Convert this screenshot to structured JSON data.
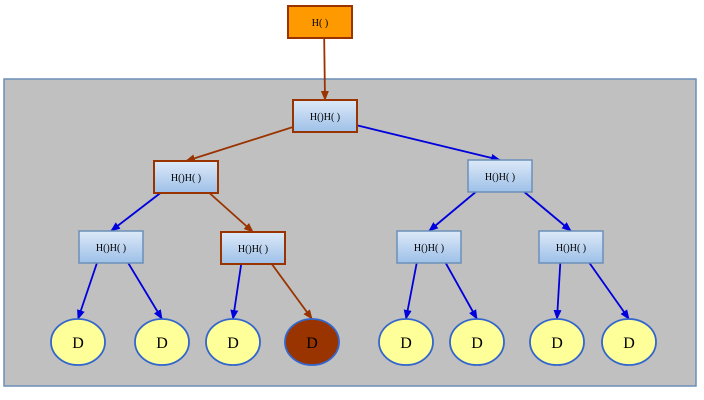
{
  "nodes": {
    "root": {
      "label": "H( )",
      "style": "root"
    },
    "n1": {
      "label": "H()H( )",
      "style": "path"
    },
    "n2": {
      "label": "H()H( )",
      "style": "path"
    },
    "n3": {
      "label": "H()H( )",
      "style": "normal"
    },
    "n4": {
      "label": "H()H( )",
      "style": "normal"
    },
    "n5": {
      "label": "H()H( )",
      "style": "path"
    },
    "n6": {
      "label": "H()H( )",
      "style": "normal"
    },
    "n7": {
      "label": "H()H( )",
      "style": "normal"
    },
    "l1": {
      "label": "D",
      "style": "leaf"
    },
    "l2": {
      "label": "D",
      "style": "leaf"
    },
    "l3": {
      "label": "D",
      "style": "leaf"
    },
    "l4": {
      "label": "D",
      "style": "leaf-path"
    },
    "l5": {
      "label": "D",
      "style": "leaf"
    },
    "l6": {
      "label": "D",
      "style": "leaf"
    },
    "l7": {
      "label": "D",
      "style": "leaf"
    },
    "l8": {
      "label": "D",
      "style": "leaf"
    }
  },
  "edges": [
    {
      "from": "root",
      "to": "n1",
      "style": "path"
    },
    {
      "from": "n1",
      "to": "n2",
      "style": "path"
    },
    {
      "from": "n1",
      "to": "n3",
      "style": "normal"
    },
    {
      "from": "n2",
      "to": "n4",
      "style": "normal"
    },
    {
      "from": "n2",
      "to": "n5",
      "style": "path"
    },
    {
      "from": "n3",
      "to": "n6",
      "style": "normal"
    },
    {
      "from": "n3",
      "to": "n7",
      "style": "normal"
    },
    {
      "from": "n4",
      "to": "l1",
      "style": "normal"
    },
    {
      "from": "n4",
      "to": "l2",
      "style": "normal"
    },
    {
      "from": "n5",
      "to": "l3",
      "style": "normal"
    },
    {
      "from": "n5",
      "to": "l4",
      "style": "path"
    },
    {
      "from": "n6",
      "to": "l5",
      "style": "normal"
    },
    {
      "from": "n6",
      "to": "l6",
      "style": "normal"
    },
    {
      "from": "n7",
      "to": "l7",
      "style": "normal"
    },
    {
      "from": "n7",
      "to": "l8",
      "style": "normal"
    }
  ],
  "colors": {
    "canvas": "#c0c0c0",
    "canvas_border": "#6b8fb8",
    "root_fill": "#ff9900",
    "path_stroke": "#993300",
    "normal_stroke": "#6b8fb8",
    "edge_normal": "#0000dd",
    "edge_path": "#993300",
    "node_fill_top": "#dce9f8",
    "node_fill_bottom": "#9ec0e8",
    "leaf_fill": "#ffff99",
    "leaf_stroke": "#3366cc",
    "leaf_path_fill": "#993300"
  }
}
